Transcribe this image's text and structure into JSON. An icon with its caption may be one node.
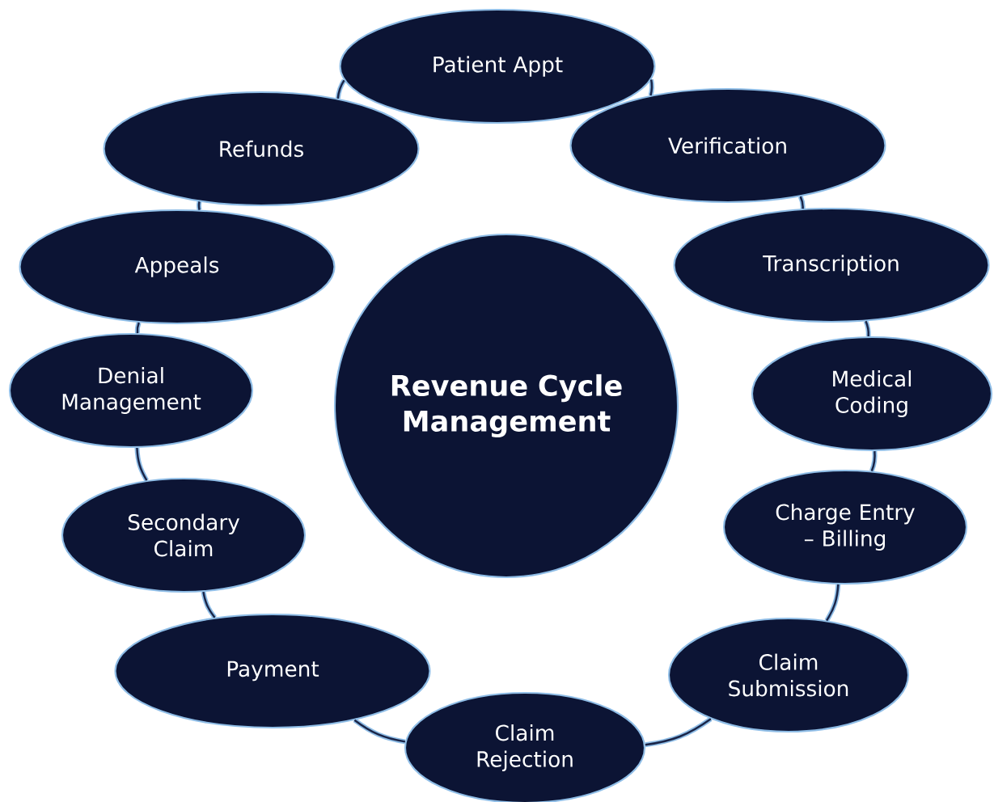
{
  "diagram": {
    "nodes": [
      {
        "text": [
          "Patient Appt"
        ]
      },
      {
        "text": [
          "Verification"
        ]
      },
      {
        "text": [
          "Transcription"
        ]
      },
      {
        "text": [
          "Medical Coding"
        ]
      },
      {
        "text": [
          "Charge Entry – Billing"
        ]
      },
      {
        "text": [
          "Claim Submission"
        ]
      },
      {
        "text": [
          "Claim Rejection"
        ]
      },
      {
        "text": [
          "Payment"
        ]
      },
      {
        "text": [
          "Secondary Claim"
        ]
      },
      {
        "text": [
          "Denial Management"
        ]
      },
      {
        "text": [
          "Appeals"
        ]
      },
      {
        "text": [
          "Refunds"
        ]
      },
      {
        "text": [
          "Revenue Cycle Management"
        ]
      }
    ],
    "edges": [
      {
        "from": 0,
        "to": 1,
        "arrow": "none"
      },
      {
        "from": 1,
        "to": 2,
        "arrow": "none"
      },
      {
        "from": 2,
        "to": 3,
        "arrow": "none"
      },
      {
        "from": 3,
        "to": 4,
        "arrow": "none"
      },
      {
        "from": 4,
        "to": 5,
        "arrow": "none"
      },
      {
        "from": 5,
        "to": 6,
        "arrow": "none"
      },
      {
        "from": 6,
        "to": 7,
        "arrow": "none"
      },
      {
        "from": 7,
        "to": 8,
        "arrow": "none"
      },
      {
        "from": 8,
        "to": 9,
        "arrow": "none"
      },
      {
        "from": 9,
        "to": 10,
        "arrow": "none"
      },
      {
        "from": 10,
        "to": 11,
        "arrow": "none"
      },
      {
        "from": 11,
        "to": 0,
        "arrow": "none"
      }
    ]
  }
}
